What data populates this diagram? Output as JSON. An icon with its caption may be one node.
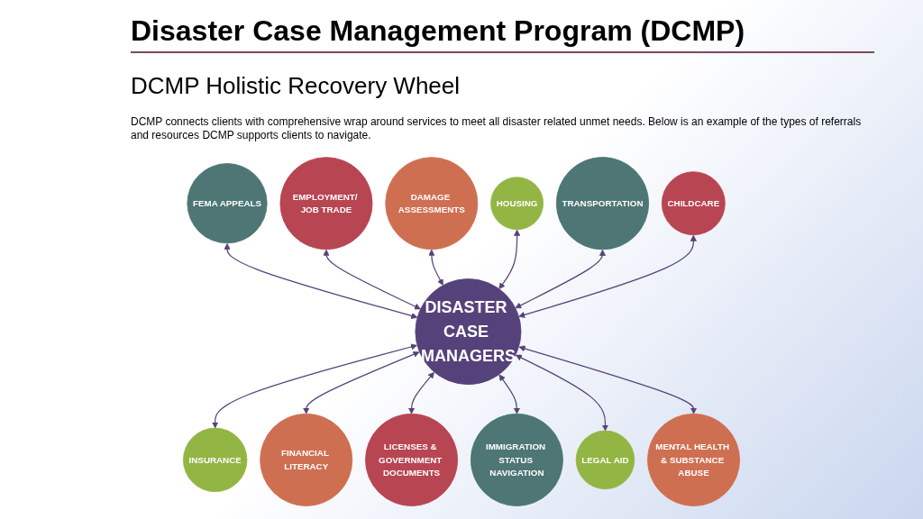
{
  "diagram": {
    "title": "Disaster Case Management Program (DCMP)",
    "nodes": [
      {
        "text": [
          "DISASTER CASE MANAGERS"
        ]
      },
      {
        "text": [
          "HOUSING"
        ]
      },
      {
        "text": [
          "TRANSPORTATION"
        ]
      },
      {
        "text": [
          "CHILDCARE"
        ]
      },
      {
        "text": [
          "MENTAL HEALTH & SUBSTANCE ABUSE"
        ]
      },
      {
        "text": [
          "LEGAL AID"
        ]
      },
      {
        "text": [
          "IMMIGRATION STATUS NAVIGATION"
        ]
      },
      {
        "text": [
          "LICENSES & GOVERNMENT DOCUMENTS"
        ]
      },
      {
        "text": [
          "FINANCIAL LITERACY"
        ]
      },
      {
        "text": [
          "INSURANCE"
        ]
      },
      {
        "text": [
          "FEMA APPEALS"
        ]
      },
      {
        "text": [
          "EMPLOYMENT/ JOB TRADE"
        ]
      },
      {
        "text": [
          "DAMAGE ASSESSMENTS"
        ]
      }
    ],
    "edges": [
      {
        "from": 10,
        "to": 0,
        "arrow": "both"
      },
      {
        "from": 11,
        "to": 0,
        "arrow": "both"
      },
      {
        "from": 12,
        "to": 0,
        "arrow": "both"
      },
      {
        "from": 1,
        "to": 0,
        "arrow": "both"
      },
      {
        "from": 2,
        "to": 0,
        "arrow": "both"
      },
      {
        "from": 3,
        "to": 0,
        "arrow": "both"
      },
      {
        "from": 0,
        "to": 9,
        "arrow": "both"
      },
      {
        "from": 0,
        "to": 8,
        "arrow": "both"
      },
      {
        "from": 0,
        "to": 7,
        "arrow": "both"
      },
      {
        "from": 0,
        "to": 6,
        "arrow": "both"
      },
      {
        "from": 0,
        "to": 5,
        "arrow": "both"
      },
      {
        "from": 0,
        "to": 4,
        "arrow": "both"
      }
    ],
    "labels": [
      "DCMP Holistic Recovery Wheel",
      "DCMP connects clients with comprehensive wrap around services to meet all disaster related unmet needs. Below is an example of the types of referrals and resources DCMP supports clients to navigate."
    ]
  }
}
